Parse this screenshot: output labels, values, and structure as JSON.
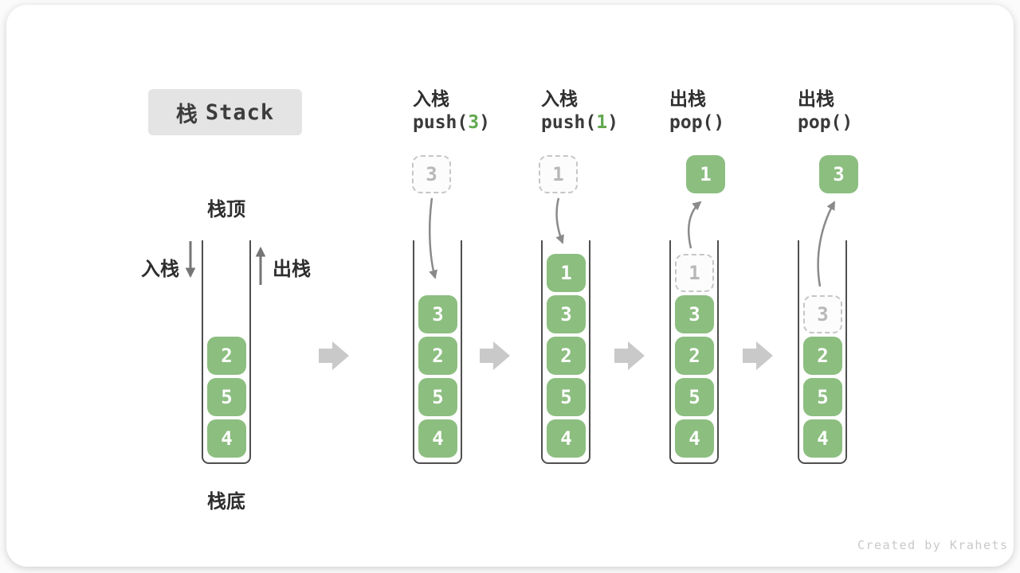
{
  "title": {
    "cjk": "栈",
    "en": "Stack"
  },
  "side_labels": {
    "stack_top": "栈顶",
    "stack_bottom": "栈底",
    "push_side": "入栈",
    "pop_side": "出栈"
  },
  "watermark": "Created by Krahets",
  "colors": {
    "cell_green": "#8cbe80",
    "code_arg_green": "#62a84f",
    "ghost_text_gray": "#b8b8b8",
    "ghost_border_gray": "#c6c6c6",
    "curve_arrow_gray": "#8a8a8a",
    "side_arrow_gray": "#757575",
    "block_arrow_gray": "#c9c9c9",
    "title_bg": "#e4e4e4",
    "wall_dark": "#4f4f4f",
    "text_dark": "#2e2e2e"
  },
  "stages": [
    {
      "name": "initial",
      "items_top_to_bottom": [
        "2",
        "5",
        "4"
      ]
    },
    {
      "name": "push-3",
      "op": {
        "cn": "入栈",
        "code_pre": "push(",
        "code_arg": "3",
        "code_post": ")"
      },
      "floating": {
        "style": "ghost",
        "value": "3"
      },
      "items_top_to_bottom": [
        "3",
        "2",
        "5",
        "4"
      ]
    },
    {
      "name": "push-1",
      "op": {
        "cn": "入栈",
        "code_pre": "push(",
        "code_arg": "1",
        "code_post": ")"
      },
      "floating": {
        "style": "ghost",
        "value": "1"
      },
      "items_top_to_bottom": [
        "1",
        "3",
        "2",
        "5",
        "4"
      ]
    },
    {
      "name": "pop-1",
      "op": {
        "cn": "出栈",
        "code_pre": "pop()",
        "code_arg": "",
        "code_post": ""
      },
      "floating": {
        "style": "solid",
        "value": "1"
      },
      "ghost_in_stack": "1",
      "items_top_to_bottom": [
        "3",
        "2",
        "5",
        "4"
      ]
    },
    {
      "name": "pop-3",
      "op": {
        "cn": "出栈",
        "code_pre": "pop()",
        "code_arg": "",
        "code_post": ""
      },
      "floating": {
        "style": "solid",
        "value": "3"
      },
      "ghost_in_stack": "3",
      "items_top_to_bottom": [
        "2",
        "5",
        "4"
      ]
    }
  ]
}
